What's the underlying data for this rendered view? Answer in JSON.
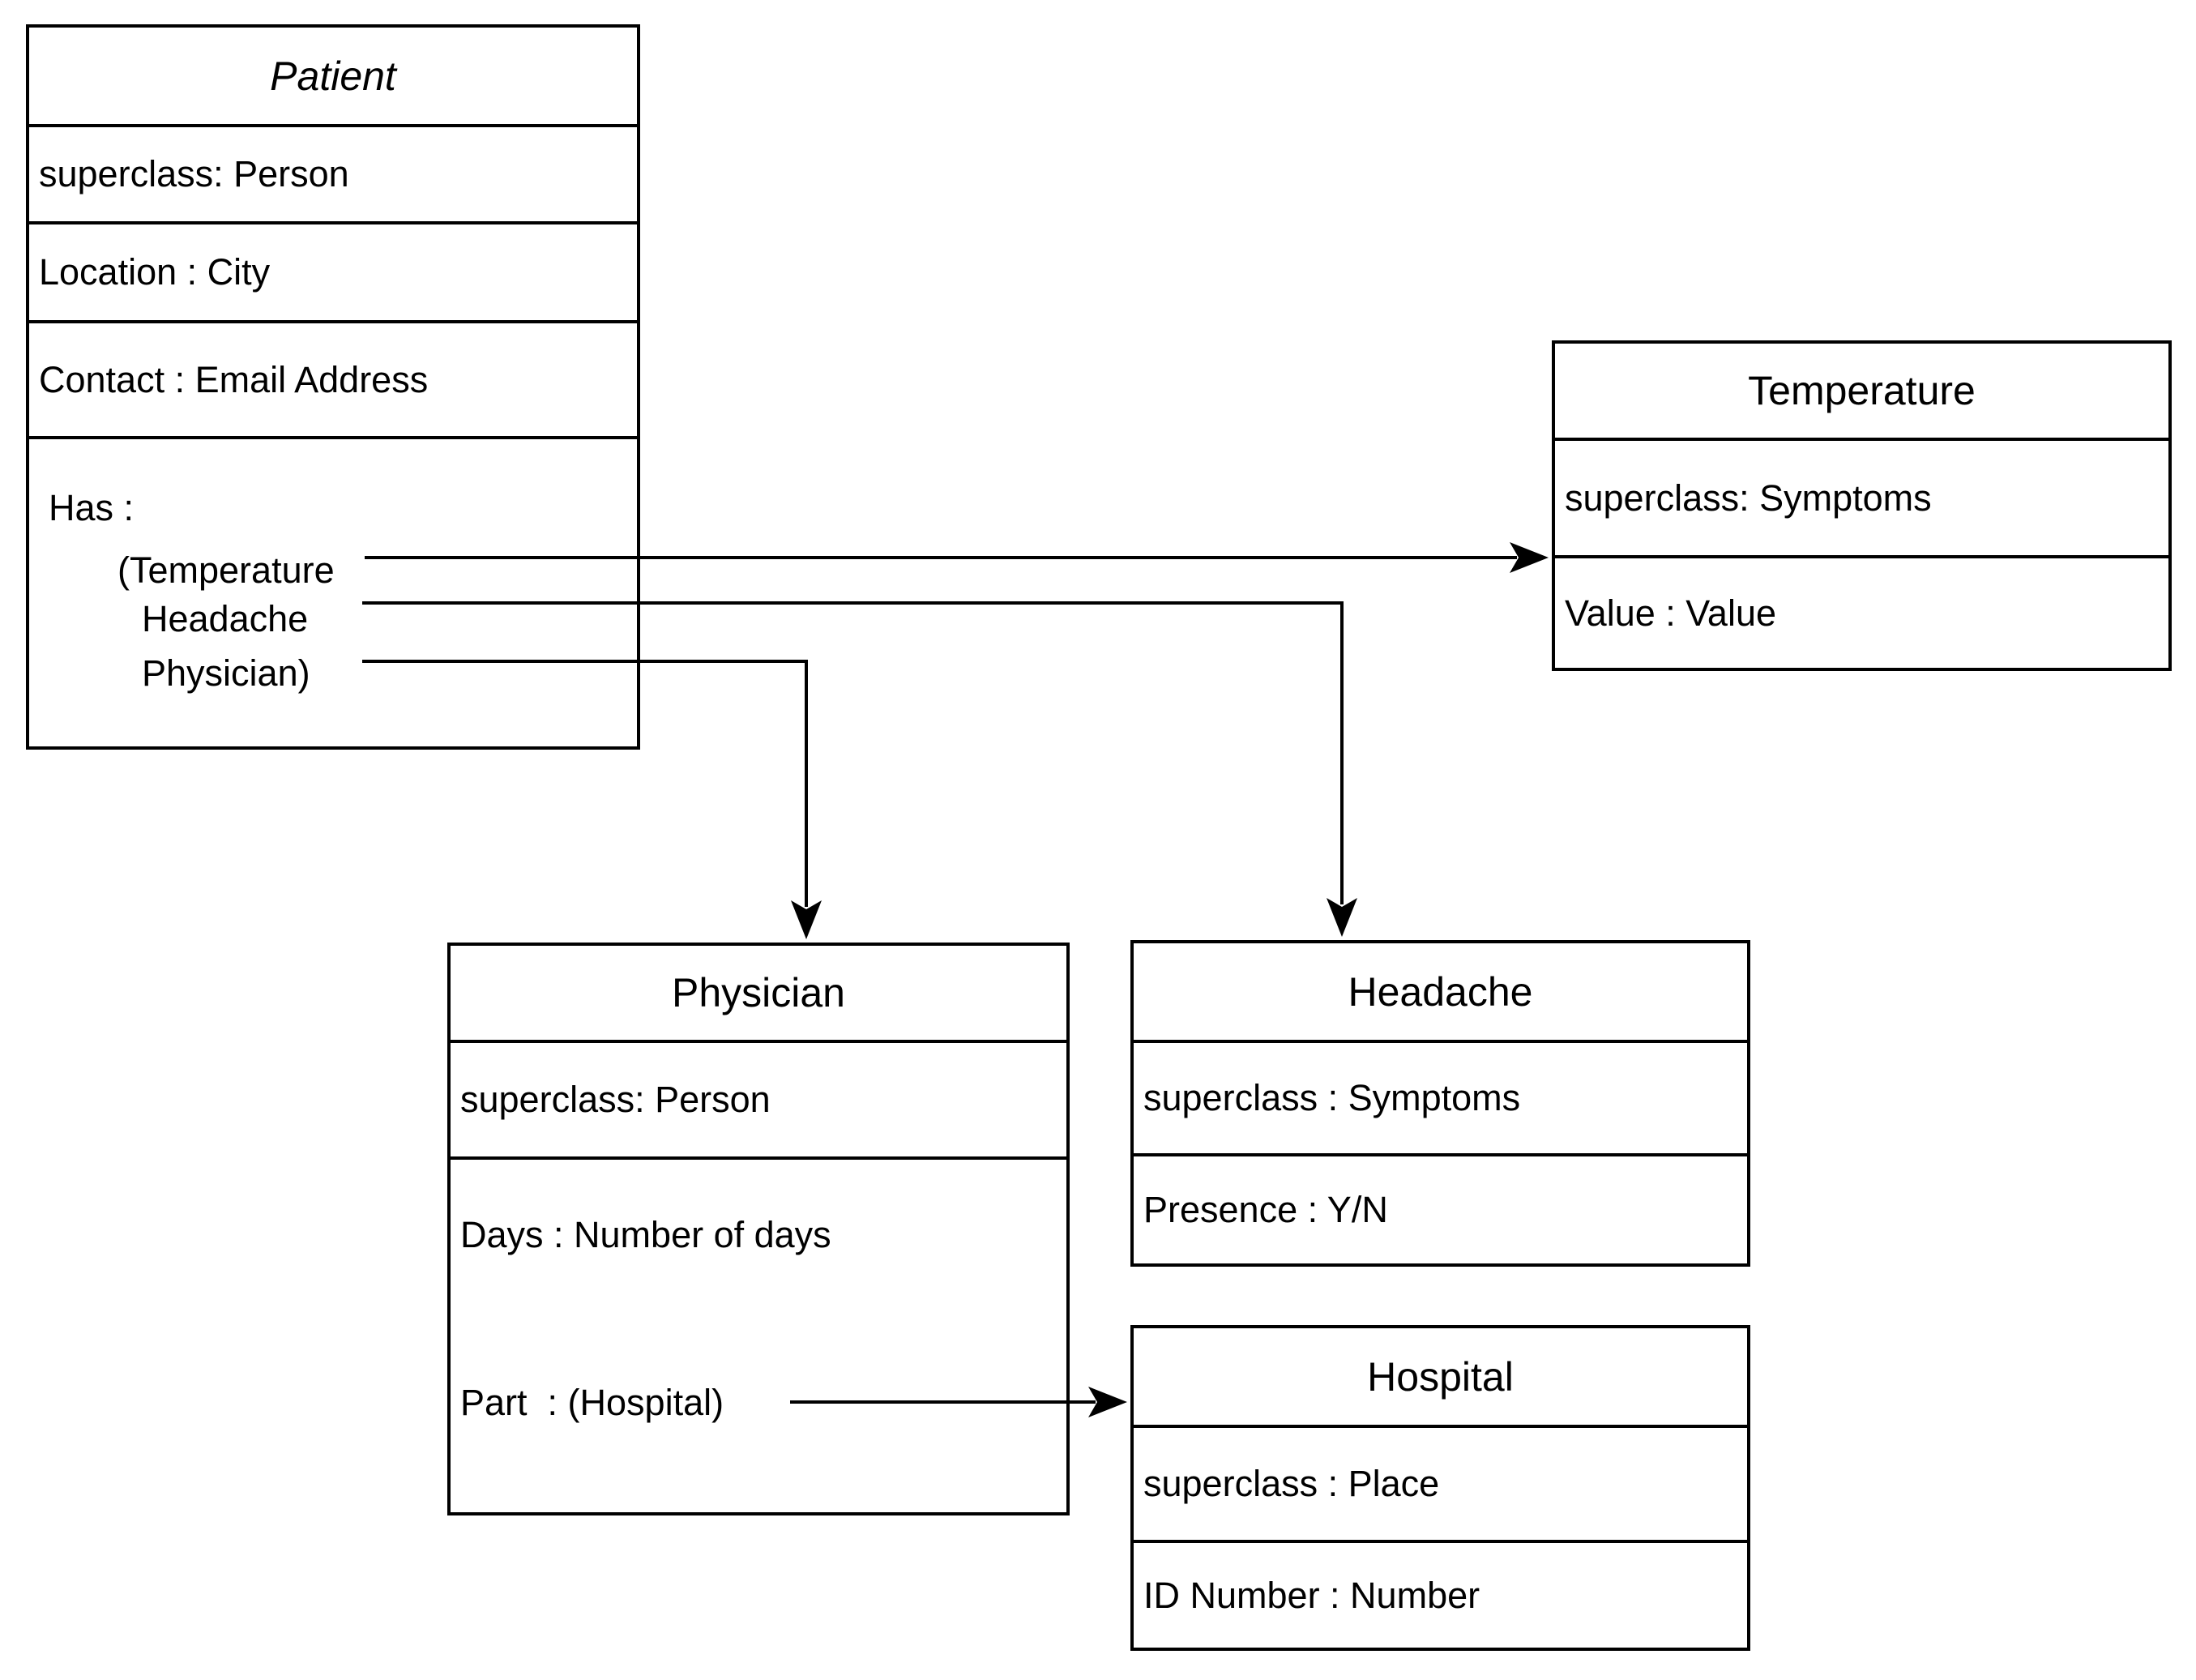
{
  "diagram": {
    "type": "class-diagram",
    "colors": {
      "line": "#000000",
      "text": "#000000",
      "background": "#ffffff"
    },
    "boxes": {
      "patient": {
        "title": "Patient",
        "attributes": [
          "superclass: Person",
          "Location : City",
          "Contact : Email Address"
        ],
        "has": {
          "label": "Has :",
          "items": [
            "(Temperature",
            "Headache",
            "Physician)"
          ]
        }
      },
      "temperature": {
        "title": "Temperature",
        "attributes": [
          "superclass: Symptoms",
          "Value : Value"
        ]
      },
      "physician": {
        "title": "Physician",
        "attributes": [
          "superclass: Person",
          "Days : Number of days",
          "Part  : (Hospital)"
        ]
      },
      "headache": {
        "title": "Headache",
        "attributes": [
          "superclass : Symptoms",
          "Presence : Y/N"
        ]
      },
      "hospital": {
        "title": "Hospital",
        "attributes": [
          "superclass : Place",
          "ID Number : Number"
        ]
      }
    },
    "relations": [
      {
        "from": "Patient.Has.(Temperature",
        "to": "Temperature"
      },
      {
        "from": "Patient.Has.Headache",
        "to": "Headache"
      },
      {
        "from": "Patient.Has.Physician)",
        "to": "Physician"
      },
      {
        "from": "Physician.Part : (Hospital)",
        "to": "Hospital"
      }
    ]
  }
}
